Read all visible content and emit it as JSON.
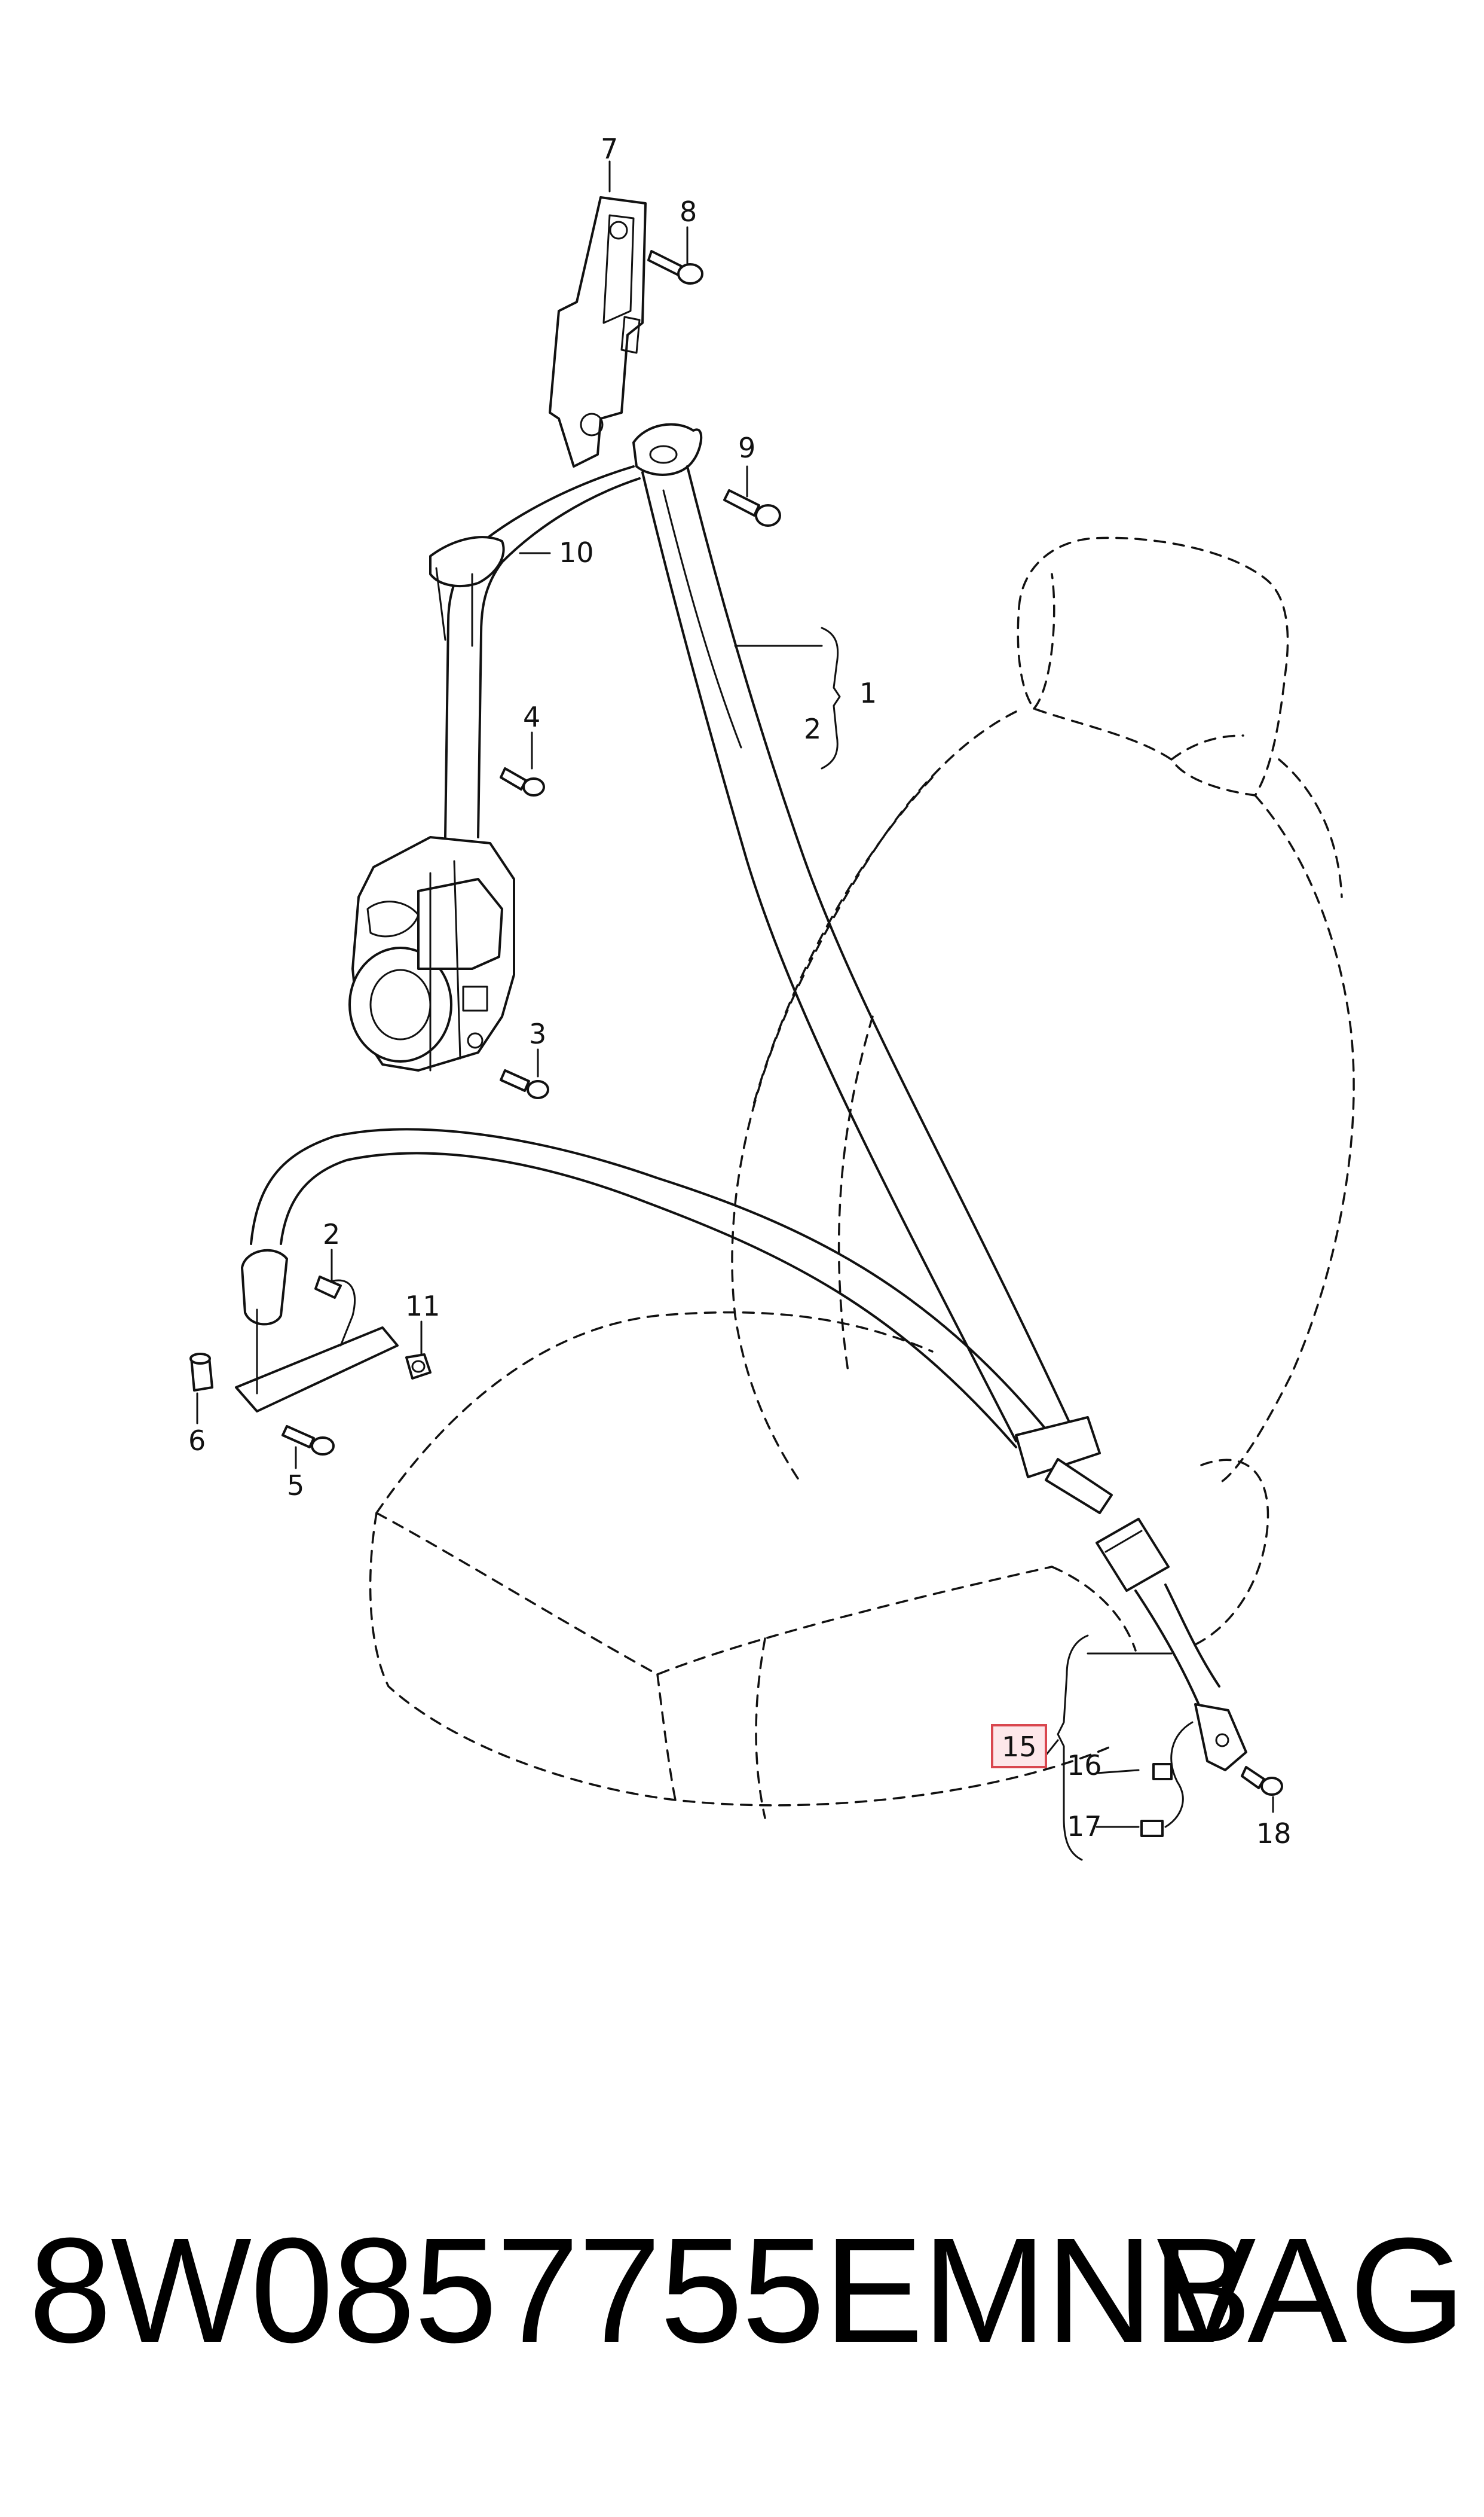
{
  "diagram": {
    "callouts": {
      "c1": "1",
      "c2a": "2",
      "c2b": "2",
      "c3": "3",
      "c4": "4",
      "c5": "5",
      "c6": "6",
      "c7": "7",
      "c8": "8",
      "c9": "9",
      "c10": "10",
      "c11": "11",
      "c15": "15",
      "c16": "16",
      "c17": "17",
      "c18": "18"
    },
    "highlighted_callout": "15",
    "highlight_color": "#d9474f"
  },
  "footer": {
    "part_number": "8W0857755EMNB",
    "brand": "VAG"
  }
}
